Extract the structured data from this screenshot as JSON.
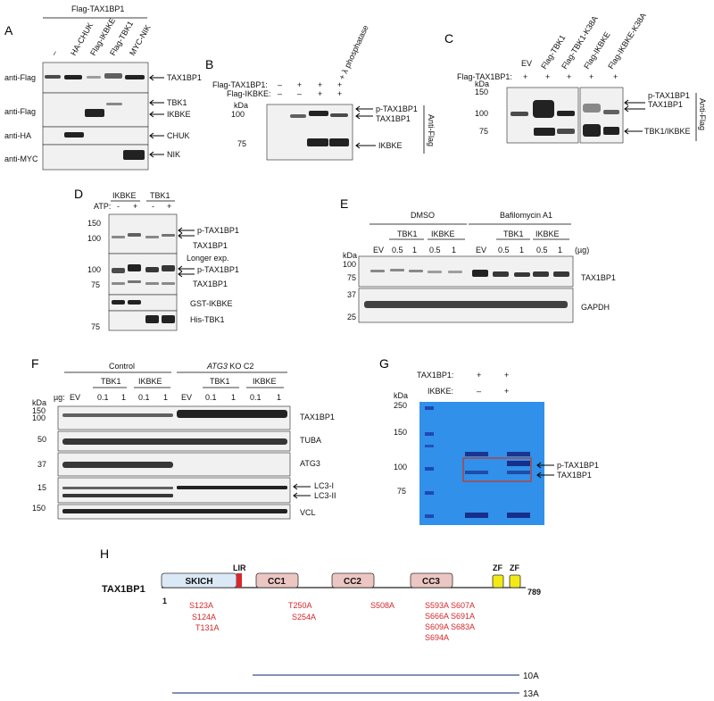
{
  "panel_letters": {
    "A": "A",
    "B": "B",
    "C": "C",
    "D": "D",
    "E": "E",
    "F": "F",
    "G": "G",
    "H": "H"
  },
  "a": {
    "header": "Flag-TAX1BP1",
    "lanes": [
      "–",
      "HA-CHUK",
      "Flag-IKBKE",
      "Flag-TBK1",
      "MYC-NIK"
    ],
    "rows": [
      "anti-Flag",
      "anti-Flag",
      "anti-HA",
      "anti-MYC"
    ],
    "right": [
      "TAX1BP1",
      "TBK1",
      "IKBKE",
      "CHUK",
      "NIK"
    ]
  },
  "b": {
    "header_col": "λ phosphatase",
    "row1": "Flag-TAX1BP1:",
    "row2": "Flag-IKBKE:",
    "signs1": [
      "–",
      "+",
      "+",
      "+"
    ],
    "signs2": [
      "–",
      "–",
      "+",
      "+"
    ],
    "kda": "kDa",
    "m100": "100",
    "m75": "75",
    "right": [
      "p-TAX1BP1",
      "TAX1BP1",
      "IKBKE"
    ],
    "ab": "Anti-Flag"
  },
  "c": {
    "lanes": [
      "EV",
      "Flag-TBK1",
      "Flag-TBK1-K38A",
      "Flag-IKBKE",
      "Flag-IKBKE-K38A"
    ],
    "row1": "Flag-TAX1BP1:",
    "signs": [
      "+",
      "+",
      "+",
      "+",
      "+"
    ],
    "kda": "kDa",
    "m150": "150",
    "m100": "100",
    "m75": "75",
    "right": [
      "p-TAX1BP1",
      "TAX1BP1",
      "TBK1/IKBKE"
    ],
    "ab": "Anti-Flag"
  },
  "d": {
    "g1": "IKBKE",
    "g2": "TBK1",
    "atp": "ATP:",
    "signs": [
      "-",
      "+",
      "-",
      "+"
    ],
    "m150": "150",
    "m100": "100",
    "m75": "75",
    "right": [
      "p-TAX1BP1",
      "TAX1BP1",
      "Longer exp.",
      "p-TAX1BP1",
      "TAX1BP1",
      "GST-IKBKE",
      "His-TBK1"
    ]
  },
  "e": {
    "g1": "DMSO",
    "g2": "Bafilomycin A1",
    "sub": [
      "TBK1",
      "IKBKE",
      "TBK1",
      "IKBKE"
    ],
    "lanes": [
      "EV",
      "0.5",
      "1",
      "0.5",
      "1",
      "EV",
      "0.5",
      "1",
      "0.5",
      "1"
    ],
    "unit": "(µg)",
    "kda": "kDa",
    "m100": "100",
    "m75": "75",
    "m37": "37",
    "m25": "25",
    "right": [
      "TAX1BP1",
      "GAPDH"
    ]
  },
  "f": {
    "g1": "Control",
    "g2_italic": "ATG3",
    "g2_rest": " KO C2",
    "sub": [
      "TBK1",
      "IKBKE",
      "TBK1",
      "IKBKE"
    ],
    "ug": "µg:",
    "lanes": [
      "EV",
      "0.1",
      "1",
      "0.1",
      "1",
      "EV",
      "0.1",
      "1",
      "0.1",
      "1"
    ],
    "kda": "kDa",
    "markers": [
      "150",
      "100",
      "50",
      "37",
      "15",
      "150"
    ],
    "right": [
      "TAX1BP1",
      "TUBA",
      "ATG3",
      "LC3-I",
      "LC3-II",
      "VCL"
    ]
  },
  "g": {
    "row1": "TAX1BP1:",
    "row2": "IKBKE:",
    "signs1": [
      "+",
      "+"
    ],
    "signs2": [
      "–",
      "+"
    ],
    "kda": "kDa",
    "markers": [
      "250",
      "150",
      "100",
      "75"
    ],
    "right": [
      "p-TAX1BP1",
      "TAX1BP1"
    ]
  },
  "h": {
    "protein": "TAX1BP1",
    "start": "1",
    "end": "789",
    "domains": [
      "SKICH",
      "LIR",
      "CC1",
      "CC2",
      "CC3",
      "ZF",
      "ZF"
    ],
    "mutations": [
      "S123A",
      "S124A",
      "T131A",
      "T250A",
      "S254A",
      "S508A",
      "S593A S607A",
      "S666A S691A",
      "S609A S683A",
      "S694A"
    ],
    "constructs": [
      "10A",
      "13A"
    ]
  }
}
